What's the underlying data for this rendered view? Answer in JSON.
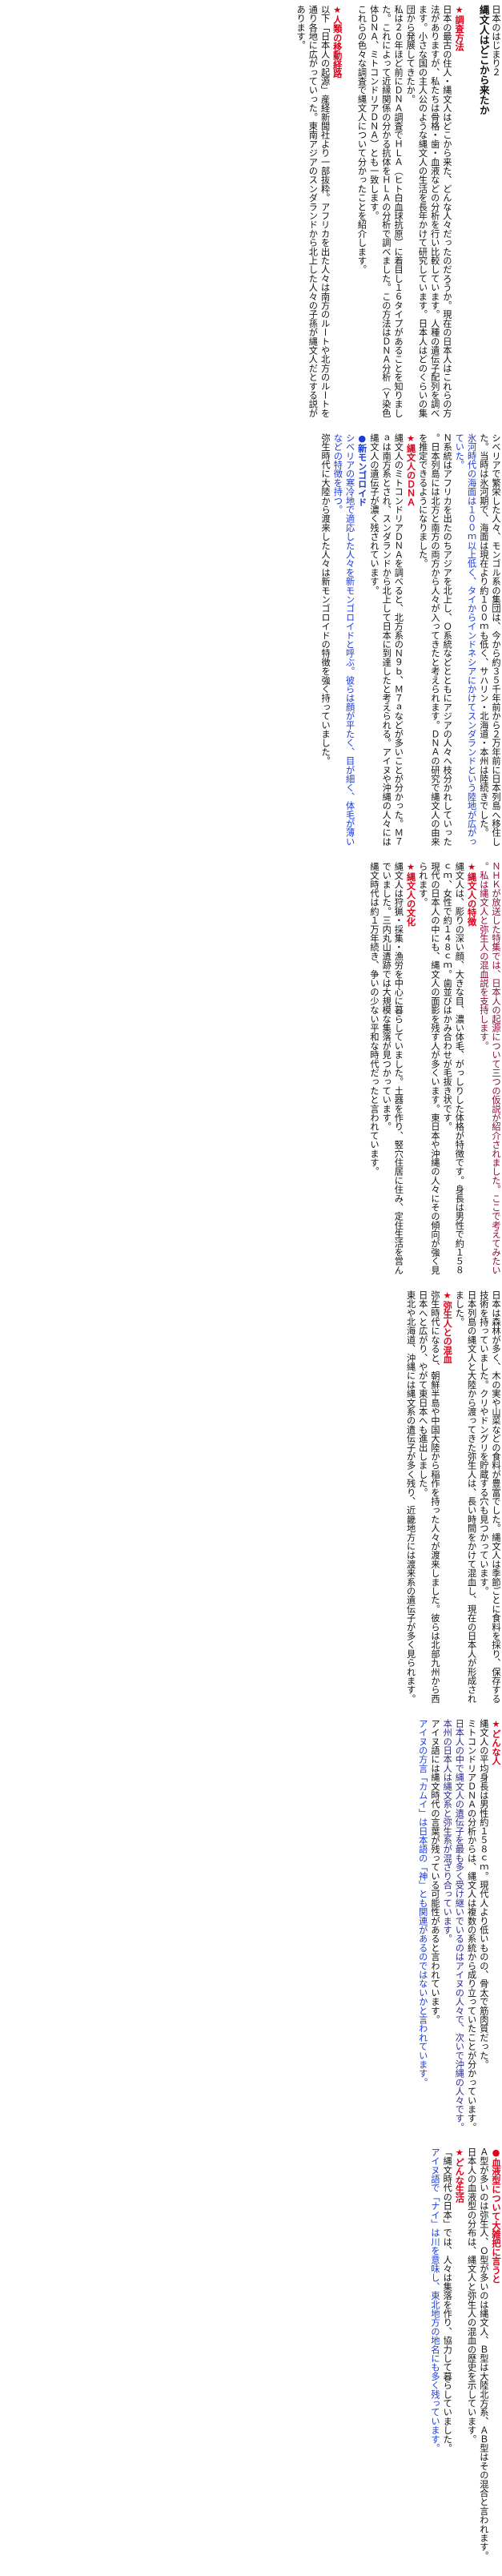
{
  "article": {
    "bands": [
      {
        "blocks": [
          {
            "style": "normal",
            "text": "日本のはじまり２"
          },
          {
            "style": "title",
            "text": "縄文人はどこから来たか"
          },
          {
            "style": "blank",
            "text": ""
          },
          {
            "style": "red-head",
            "text": "★調査方法"
          },
          {
            "style": "normal",
            "text": "日本の最古の住人・縄文人はどこから来た、どんな人々だったのだろうか。現在の日本人はこれらの方法がありますが、私たちは骨格・歯・血液などの分析を行い比較しています。人種の遺伝子配列を調べます。小さな国の主人公のような縄文人の生活を長年かけて研究しています。日本人はどのくらいの集団から発展してきたか。"
          },
          {
            "style": "normal",
            "text": "私は２０年ほど前にＤＮＡ調査でＨＬＡ（ヒト白血球抗原）に着目し１６タイプがあることを知りました。これによって近縁関係の分かる抗体をＨＬＡの分析で調べました。この方法はＤＮＡ分析（Ｙ染色体ＤＮＡ、ミトコンドリアＤＮＡ）とも一致します。"
          },
          {
            "style": "normal",
            "text": "これらの色々な調査で縄文人について分かったことを紹介します。"
          },
          {
            "style": "blank",
            "text": ""
          },
          {
            "style": "red-head",
            "text": "★人類の移動経路"
          },
          {
            "style": "normal",
            "text": "以下「日本人の起源」産経新聞社より一部抜粋。アフリカを出た人々は南方のルートや北方のルートを通り各地に広がっていった。東南アジアのスンダランドから北上した人々の子孫が縄文人だとする説があります。"
          }
        ]
      },
      {
        "blocks": [
          {
            "style": "normal",
            "text": "シベリアで繁栄した人々、モンゴル系の集団は、今から約３５千年前から２万年前に日本列島へ移住した。当時は氷河期で、海面は現在より約１００ｍも低く、サハリン・北海道・本州は陸続きでした。"
          },
          {
            "style": "blue",
            "text": "氷河時代の海面は１００ｍ以上低く、タイからインドネシアにかけてスンダランドという陸地が広がっていた。"
          },
          {
            "style": "normal",
            "text": "Ｎ系統はアフリカを出たのちアジアを北上し、Ｏ系統などとともにアジアの人々へ枝分かれしていった。日本列島には北方と南方の両方から人々が入ってきたと考えられます。ＤＮＡの研究で縄文人の由来を推定できるようになりました。"
          },
          {
            "style": "red-head",
            "text": "★縄文人のＤＮＡ"
          },
          {
            "style": "normal",
            "text": "縄文人のミトコンドリアＤＮＡを調べると、北方系のＮ９ｂ、Ｍ７ａなどが多いことが分かった。Ｍ７ａは南方系とされ、スンダランドから北上して日本に到達したと考えられる。アイヌや沖縄の人々には縄文人の遺伝子が濃く残されています。"
          },
          {
            "style": "blue-head",
            "text": "●新モンゴロイド"
          },
          {
            "style": "blue",
            "text": "シベリアの寒冷地で適応した人々を新モンゴロイドと呼ぶ。彼らは顔が平たく、目が細く、体毛が薄いなどの特徴を持つ。"
          },
          {
            "style": "normal",
            "text": "弥生時代に大陸から渡来した人々は新モンゴロイドの特徴を強く持っていました。"
          }
        ]
      },
      {
        "blocks": [
          {
            "style": "maroon",
            "text": "ＮＨＫが放送した特集では、日本人の起源について三つの仮説が紹介されました。ここで考えてみたい。私は縄文人と弥生人の混血説を支持します。"
          },
          {
            "style": "red-head",
            "text": "★縄文人の特徴"
          },
          {
            "style": "normal",
            "text": "縄文人は、彫りの深い顔、大きな目、濃い体毛、がっしりした体格が特徴です。身長は男性で約１５８ｃｍ、女性で約１４８ｃｍ。歯並びはかみ合わせが毛抜き状です。"
          },
          {
            "style": "normal",
            "text": "現代の日本人の中にも、縄文人の面影を残す人が多くいます。東日本や沖縄の人々にその傾向が強く見られます。"
          },
          {
            "style": "red-head",
            "text": "★縄文人の文化"
          },
          {
            "style": "normal",
            "text": "縄文人は狩猟・採集・漁労を中心に暮らしていました。土器を作り、竪穴住居に住み、定住生活を営んでいました。三内丸山遺跡では大規模な集落が見つかっています。"
          },
          {
            "style": "normal",
            "text": "縄文時代は約１万年続き、争いの少ない平和な時代だったと言われています。"
          }
        ]
      },
      {
        "blocks": [
          {
            "style": "normal",
            "text": "日本は森林が多く、木の実や山菜などの食料が豊富でした。縄文人は季節ごとに食料を採り、保存する技術を持っていました。クリやドングリを貯蔵する穴も見つかっています。"
          },
          {
            "style": "normal",
            "text": "日本列島の縄文人と大陸から渡ってきた弥生人は、長い時間をかけて混血し、現在の日本人が形成されました。"
          },
          {
            "style": "red-head",
            "text": "★弥生人との混血"
          },
          {
            "style": "normal",
            "text": "弥生時代になると、朝鮮半島や中国大陸から稲作を持った人々が渡来しました。彼らは北部九州から西日本へと広がり、やがて東日本へも進出しました。"
          },
          {
            "style": "normal",
            "text": "東北や北海道、沖縄には縄文系の遺伝子が多く残り、近畿地方には渡来系の遺伝子が多く見られます。"
          }
        ]
      },
      {
        "blocks": [
          {
            "style": "red-head",
            "text": "★どんな人"
          },
          {
            "style": "normal",
            "text": "縄文人の平均身長は男性約１５８ｃｍ。現代人より低いものの、骨太で筋肉質だった。"
          },
          {
            "style": "normal",
            "text": "ミトコンドリアＤＮＡの分析からは、縄文人は複数の系統から成り立っていたことが分かっています。"
          },
          {
            "style": "navy",
            "text": "日本人の中で縄文人の遺伝子を最も多く受け継いでいるのはアイヌの人々で、次いで沖縄の人々です。本州の日本人は縄文系と弥生系が混ざり合っています。"
          },
          {
            "style": "normal",
            "text": "アイヌ語には縄文時代の言葉が残っている可能性があると言われています。"
          },
          {
            "style": "blue",
            "text": "アイヌの方言「カムイ」は日本語の「神」とも関連があるのではないかと言われています。"
          }
        ]
      },
      {
        "blocks": [
          {
            "style": "red-head",
            "text": "●血液型について大雑把に言うと"
          },
          {
            "style": "normal",
            "text": "Ａ型が多いのは弥生人、Ｏ型が多いのは縄文人、Ｂ型は大陸北方系、ＡＢ型はその混合と言われます。"
          },
          {
            "style": "normal",
            "text": "日本人の血液型の分布は、縄文人と弥生人の混血の歴史を示しています。"
          },
          {
            "style": "red-head",
            "text": "★どんな生活"
          },
          {
            "style": "normal",
            "text": "「縄文時代の日本」では、人々は集落を作り、協力して暮らしていました。"
          },
          {
            "style": "blue",
            "text": "アイヌ語で「ナイ」は川を意味し、東北地方の地名にも多く残っています。"
          }
        ]
      }
    ]
  }
}
